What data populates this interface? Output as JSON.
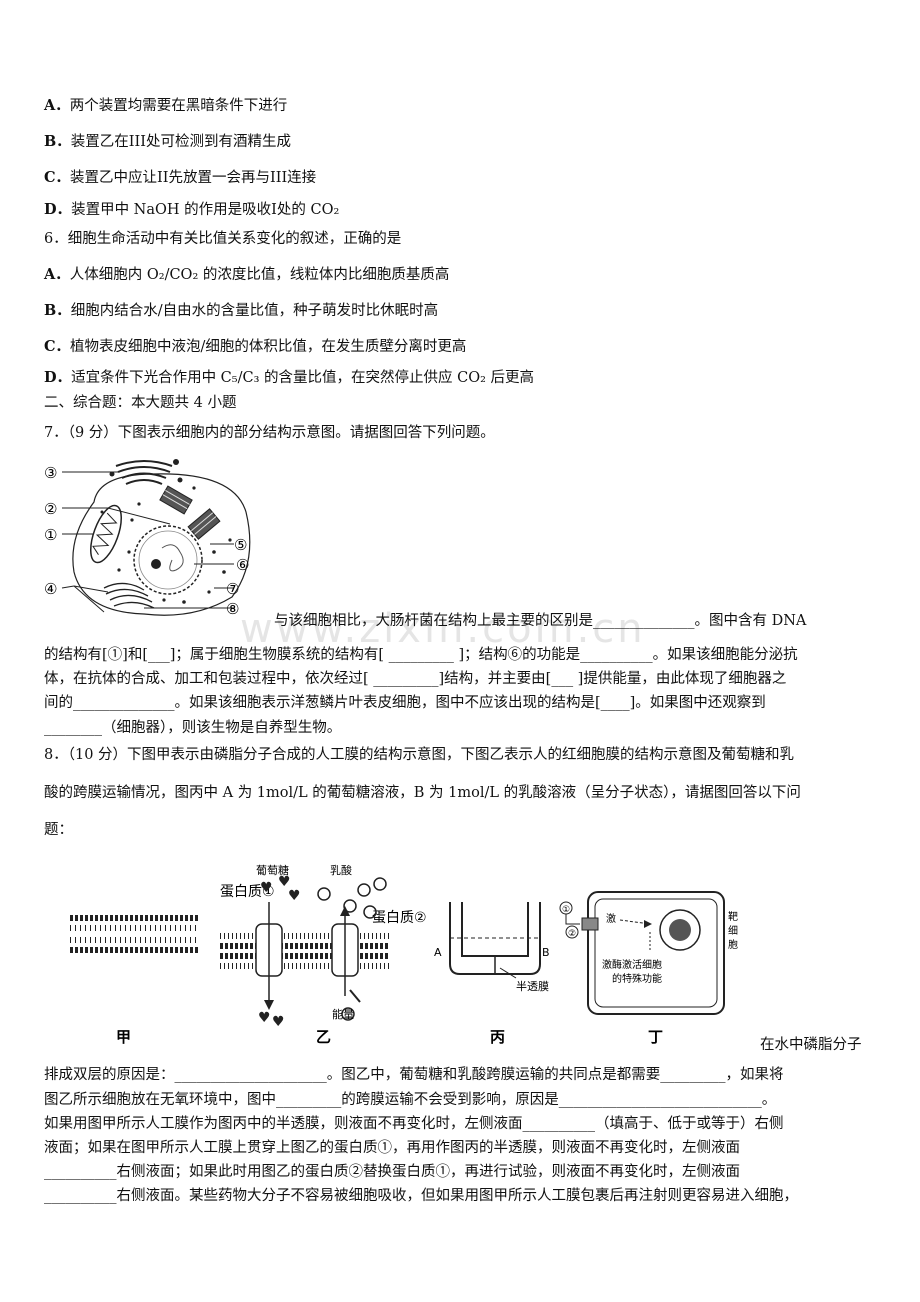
{
  "q5_options": [
    {
      "letter": "A",
      "text": "两个装置均需要在黑暗条件下进行"
    },
    {
      "letter": "B",
      "text": "装置乙在III处可检测到有酒精生成"
    },
    {
      "letter": "C",
      "text": "装置乙中应让II先放置一会再与III连接"
    },
    {
      "letter": "D",
      "text": "装置甲中 NaOH 的作用是吸收Ⅰ处的 CO₂"
    }
  ],
  "q6": {
    "stem": "6．细胞生命活动中有关比值关系变化的叙述，正确的是",
    "options": [
      {
        "letter": "A",
        "text": "人体细胞内 O₂/CO₂ 的浓度比值，线粒体内比细胞质基质高"
      },
      {
        "letter": "B",
        "text": "细胞内结合水/自由水的含量比值，种子萌发时比休眠时高"
      },
      {
        "letter": "C",
        "text": "植物表皮细胞中液泡/细胞的体积比值，在发生质壁分离时更高"
      },
      {
        "letter": "D",
        "text": "适宜条件下光合作用中 C₅/C₃ 的含量比值，在突然停止供应 CO₂ 后更高"
      }
    ]
  },
  "section2": "二、综合题：本大题共 4 小题",
  "q7": {
    "stem": "7．（9 分）下图表示细胞内的部分结构示意图。请据图回答下列问题。",
    "fig_labels": [
      "③",
      "②",
      "①",
      "④",
      "⑤",
      "⑥",
      "⑦",
      "⑧"
    ],
    "line1": "与该细胞相比，大肠杆菌在结构上最主要的区别是______________。图中含有 DNA",
    "line2": "的结构有[①]和[___]；属于细胞生物膜系统的结构有[ _________ ]；结构⑥的功能是__________。如果该细胞能分泌抗",
    "line3": "体，在抗体的合成、加工和包装过程中，依次经过[ _________]结构，并主要由[___ ]提供能量，由此体现了细胞器之",
    "line4": "间的______________。如果该细胞表示洋葱鳞片叶表皮细胞，图中不应该出现的结构是[____]。如果图中还观察到",
    "line5": "________（细胞器），则该生物是自养型生物。"
  },
  "q8": {
    "line1": "8．（10 分）下图甲表示由磷脂分子合成的人工膜的结构示意图，下图乙表示人的红细胞膜的结构示意图及葡萄糖和乳",
    "line2": "酸的跨膜运输情况，图丙中 A 为 1mol/L 的葡萄糖溶液，B 为 1mol/L 的乳酸溶液（呈分子状态），请据图回答以下问",
    "line3": "题：",
    "fig": {
      "glucose": "葡萄糖",
      "lactate": "乳酸",
      "protein1": "蛋白质①",
      "protein2": "蛋白质②",
      "energy": "能量",
      "A": "A",
      "B": "B",
      "membrane": "半透膜",
      "target": "靶细胞",
      "arrow_text": "激",
      "special": "激酶激活细胞的特殊功能",
      "special1": "激酶激活细胞",
      "special2": "的特殊功能",
      "c1": "①",
      "c2": "②",
      "jia": "甲",
      "yi": "乙",
      "bing": "丙",
      "ding": "丁"
    },
    "text_after_fig": "在水中磷脂分子",
    "line4": "排成双层的原因是：_____________________。图乙中，葡萄糖和乳酸跨膜运输的共同点是都需要_________，如果将",
    "line5": "图乙所示细胞放在无氧环境中，图中_________的跨膜运输不会受到影响，原因是____________________________。",
    "line6": "如果用图甲所示人工膜作为图丙中的半透膜，则液面不再变化时，左侧液面__________（填高于、低于或等于）右侧",
    "line7": "液面；如果在图甲所示人工膜上贯穿上图乙的蛋白质①，再用作图丙的半透膜，则液面不再变化时，左侧液面",
    "line8": "__________右侧液面；如果此时用图乙的蛋白质②替换蛋白质①，再进行试验，则液面不再变化时，左侧液面",
    "line9": "__________右侧液面。某些药物大分子不容易被细胞吸收，但如果用图甲所示人工膜包裹后再注射则更容易进入细胞，"
  },
  "watermark": "www.zixin.com.cn"
}
